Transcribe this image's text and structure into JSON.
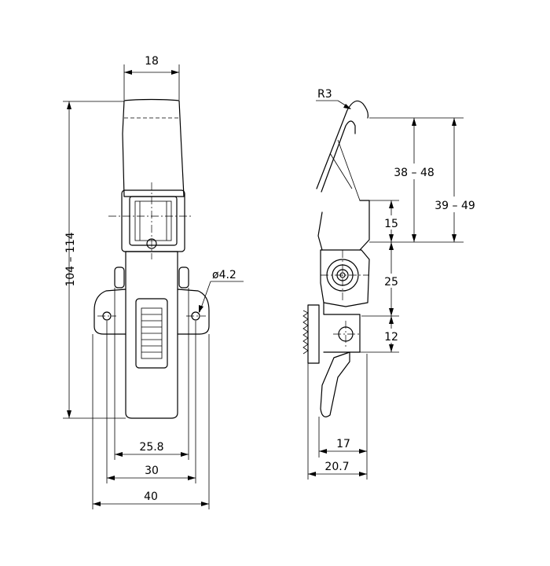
{
  "dimensions": {
    "top_width": "18",
    "overall_length": "104 – 114",
    "hole_diameter": "ø4.2",
    "hole_spacing_inner": "25.8",
    "hole_spacing_outer": "30",
    "base_width": "40",
    "hook_radius": "R3",
    "hook_reach_short": "38 – 48",
    "hook_reach_long": "39 – 49",
    "upper_segment": "15",
    "middle_segment": "25",
    "lower_segment": "12",
    "side_depth_inner": "17",
    "side_depth_outer": "20.7"
  }
}
